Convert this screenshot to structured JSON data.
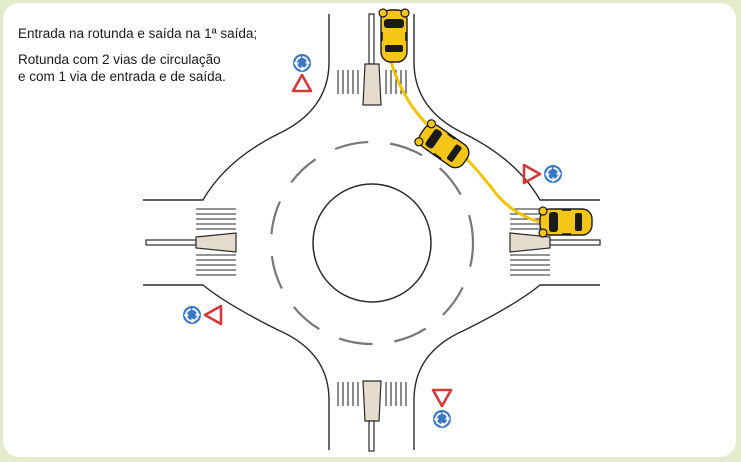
{
  "caption": {
    "title": "Entrada na rotunda e saída na 1ª saída;",
    "description_line1": "Rotunda com 2 vias de circulação",
    "description_line2": "e com 1 via de entrada e de saída."
  },
  "colors": {
    "background": "#e2eccc",
    "road_line": "#2a2a2a",
    "lane_dash": "#777777",
    "yield_sign": "#d33a3a",
    "roundabout_sign": "#3a78c4",
    "car_body": "#f5c518",
    "path": "#f2c300"
  },
  "icons": [
    "yield-sign-icon",
    "roundabout-sign-icon",
    "car-icon",
    "island-icon"
  ]
}
